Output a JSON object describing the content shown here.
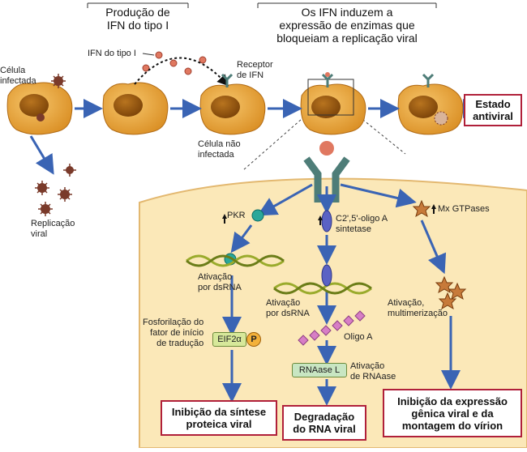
{
  "header": {
    "left_title": "Produção de\nIFN do tipo I",
    "right_title": "Os IFN induzem a\nexpressão de enzimas que\nbloqueiam a replicação viral"
  },
  "labels": {
    "infected_cell": "Célula\ninfectada",
    "ifn_type1": "IFN do tipo I",
    "ifn_receptor": "Receptor\nde IFN",
    "uninfected_cell": "Célula não\ninfectada",
    "viral_replication": "Replicação\nviral",
    "antiviral_state": "Estado\nantiviral"
  },
  "pathways": {
    "pkr": {
      "label": "PKR",
      "activation": "Ativação\npor dsRNA",
      "phospho": "Fosforilação do\nfator de início\nde tradução",
      "factor": "EIF2α",
      "p_label": "P",
      "result": "Inibição da síntese\nproteica viral"
    },
    "oas": {
      "label": "C2',5'-oligo A\nsintetase",
      "activation": "Ativação\npor dsRNA",
      "oligo": "Oligo A",
      "rnase": "RNAase L",
      "rnase_activation": "Ativação\nde RNAase",
      "result": "Degradação\ndo RNA viral"
    },
    "mx": {
      "label": "Mx GTPases",
      "activation": "Ativação,\nmultimerização",
      "result": "Inibição da expressão\ngênica viral e da\nmontagem do vírion"
    }
  },
  "colors": {
    "cell_fill": "#e8a73a",
    "nucleus_fill": "#9b5a12",
    "arrow": "#3a64b4",
    "box_border": "#b0203a",
    "cytoplasm": "#fbe8b8",
    "virus": "#7a3a2a",
    "receptor": "#4e7d78",
    "ifn": "#e07860"
  },
  "icons": [
    "virus-icon",
    "ifn-molecule-icon",
    "receptor-icon",
    "dsrna-icon",
    "star-icon"
  ]
}
